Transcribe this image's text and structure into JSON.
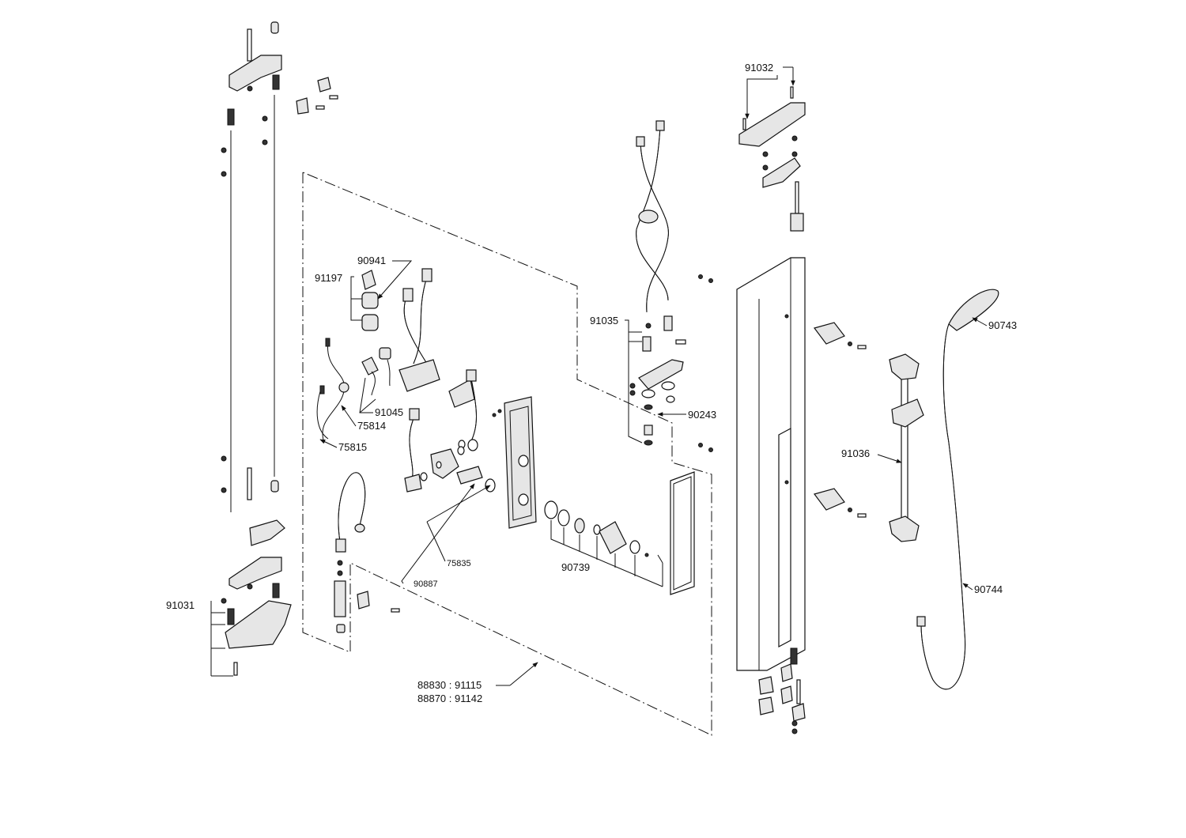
{
  "diagram": {
    "labels": {
      "l91032": "91032",
      "l90941": "90941",
      "l91197": "91197",
      "l91035": "91035",
      "l90743": "90743",
      "l91045": "91045",
      "l75814": "75814",
      "l90243": "90243",
      "l75815": "75815",
      "l91036": "91036",
      "l75835": "75835",
      "l90887": "90887",
      "l90739": "90739",
      "l91031": "91031",
      "l90744": "90744",
      "l_set1": "88830 : 91115",
      "l_set2": "88870 : 91142"
    }
  }
}
